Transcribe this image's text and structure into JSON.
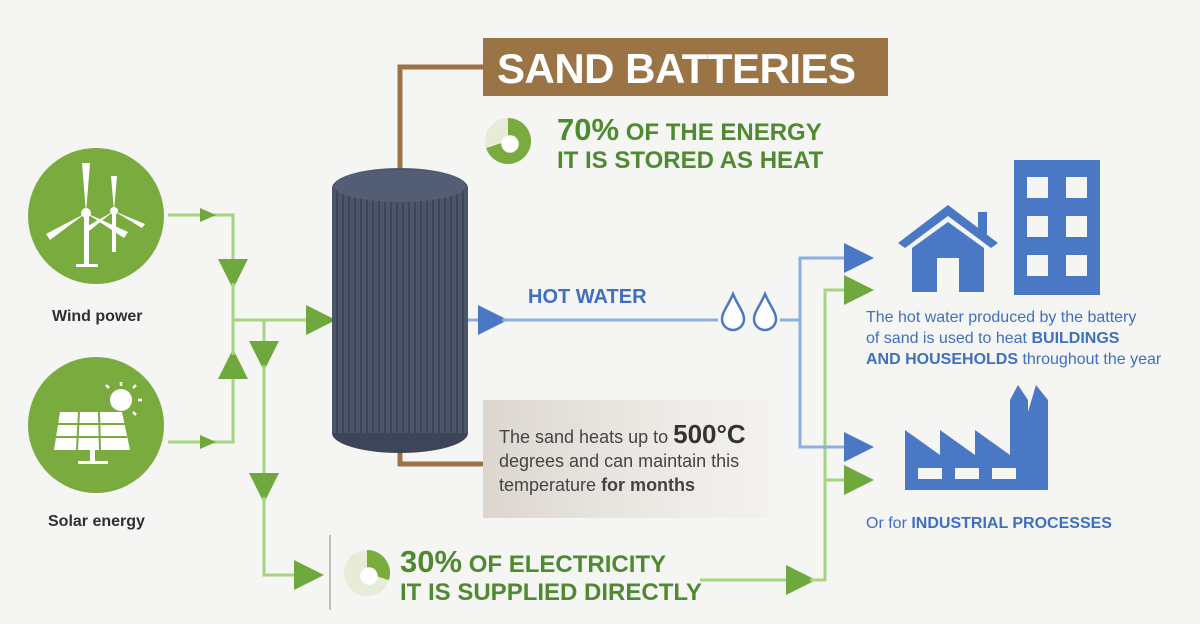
{
  "title": "SAND BATTERIES",
  "energy_stat": {
    "percent": "70%",
    "line1_rest": " OF THE ENERGY",
    "line2": "IT IS STORED AS HEAT",
    "fraction": 0.7
  },
  "electricity_stat": {
    "percent": "30%",
    "line1_rest": " OF ELECTRICITY",
    "line2": "IT IS SUPPLIED DIRECTLY",
    "fraction": 0.3
  },
  "sources": {
    "wind": "Wind power",
    "solar": "Solar energy"
  },
  "hot_water_label": "HOT WATER",
  "sand_note": {
    "part1": "The sand heats up to ",
    "temp": "500°C",
    "part2": "degrees and can maintain this",
    "part3": "temperature ",
    "part3_bold": "for months"
  },
  "buildings_note": {
    "line1": "The hot water produced by the battery",
    "line2_pre": "of sand is used to heat ",
    "line2_bold": "BUILDINGS",
    "line3_bold": "AND HOUSEHOLDS",
    "line3_post": " throughout the year"
  },
  "industry_note": {
    "pre": "Or for ",
    "bold": "INDUSTRIAL PROCESSES"
  },
  "colors": {
    "green": "#7aab3f",
    "dark_green": "#4f8a30",
    "line_green": "#9fd07a",
    "blue": "#4a78c4",
    "brown": "#9a7445",
    "tank": "#4a5468"
  },
  "icons": [
    "wind-turbine-icon",
    "solar-panel-icon",
    "water-drop-icon",
    "house-icon",
    "building-icon",
    "factory-icon",
    "pie-chart-icon"
  ]
}
